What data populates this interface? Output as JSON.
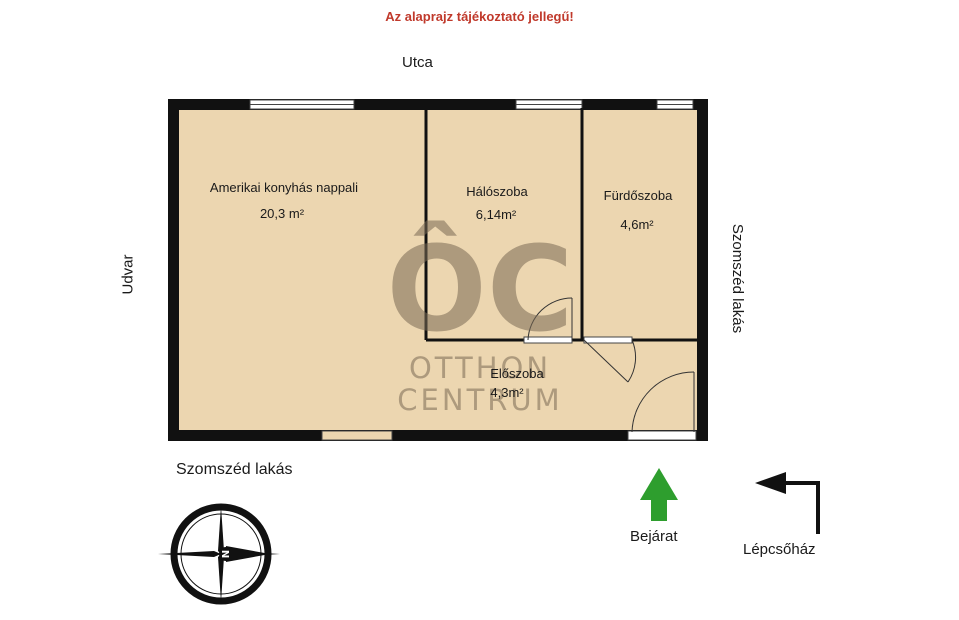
{
  "notice": "Az alaprajz tájékoztató jellegű!",
  "surroundings": {
    "top": "Utca",
    "left": "Udvar",
    "right": "Szomszéd lakás",
    "bottom": "Szomszéd lakás"
  },
  "rooms": [
    {
      "name": "Amerikai konyhás nappali",
      "area": "20,3 m²"
    },
    {
      "name": "Hálószoba",
      "area": "6,14m²"
    },
    {
      "name": "Fürdőszoba",
      "area": "4,6m²"
    },
    {
      "name": "Előszoba",
      "area": "4,3m²"
    }
  ],
  "entrance_label": "Bejárat",
  "stairs_label": "Lépcsőház",
  "watermark": {
    "logo": "ÔC",
    "line1": "OTTHON",
    "line2": "CENTRUM"
  },
  "colors": {
    "floor": "#ecd6b0",
    "wall": "#111111",
    "notice": "#c0392b",
    "entrance_arrow": "#2e9e2e",
    "watermark": "#7a6a55"
  },
  "icons": [
    "compass-icon",
    "entrance-arrow-icon",
    "stairs-arrow-icon"
  ]
}
